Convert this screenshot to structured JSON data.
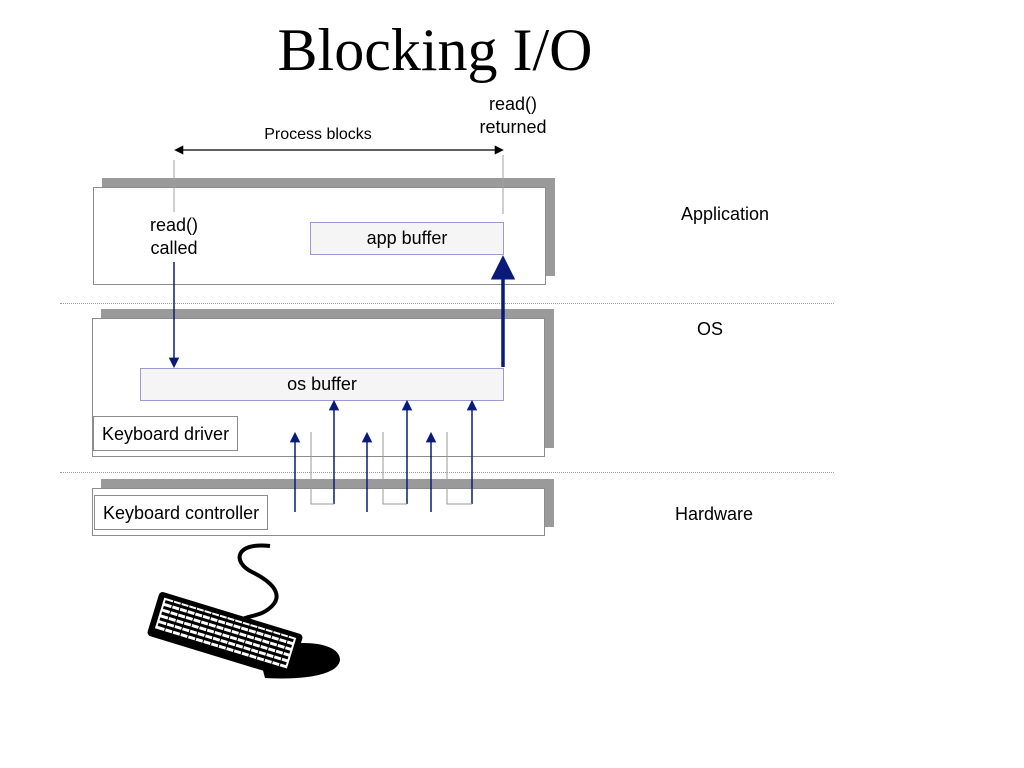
{
  "title": "Blocking I/O",
  "labels": {
    "process_blocks": "Process blocks",
    "read_returned": "read()\nreturned",
    "read_called": "read()\ncalled",
    "app_buffer": "app buffer",
    "os_buffer": "os buffer",
    "keyboard_driver": "Keyboard driver",
    "keyboard_controller": "Keyboard controller"
  },
  "layers": {
    "application": "Application",
    "os": "OS",
    "hardware": "Hardware"
  },
  "colors": {
    "arrow": "#0a1a7a",
    "panel_shadow": "#9a9a9a",
    "buffer_fill": "#f5f5f5",
    "buffer_border": "#9a9ad0"
  },
  "icons": [
    "keyboard-icon"
  ]
}
